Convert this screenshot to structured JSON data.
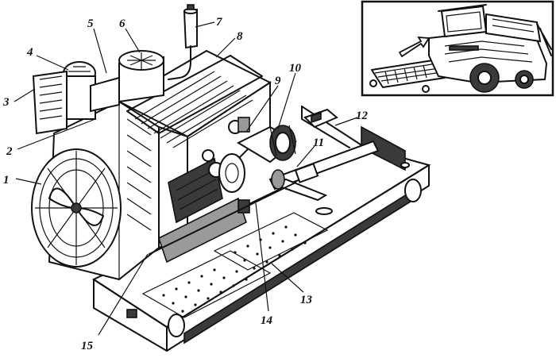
{
  "callouts": {
    "c1": "1",
    "c2": "2",
    "c3": "3",
    "c4": "4",
    "c5": "5",
    "c6": "6",
    "c7": "7",
    "c8": "8",
    "c9": "9",
    "c10": "10",
    "c11": "11",
    "c12": "12",
    "c13": "13",
    "c14": "14",
    "c15": "15"
  },
  "icons": {
    "engine": "engine-assembly-drawing",
    "inset": "combine-harvester-drawing",
    "pointer": "location-arrow-icon"
  }
}
